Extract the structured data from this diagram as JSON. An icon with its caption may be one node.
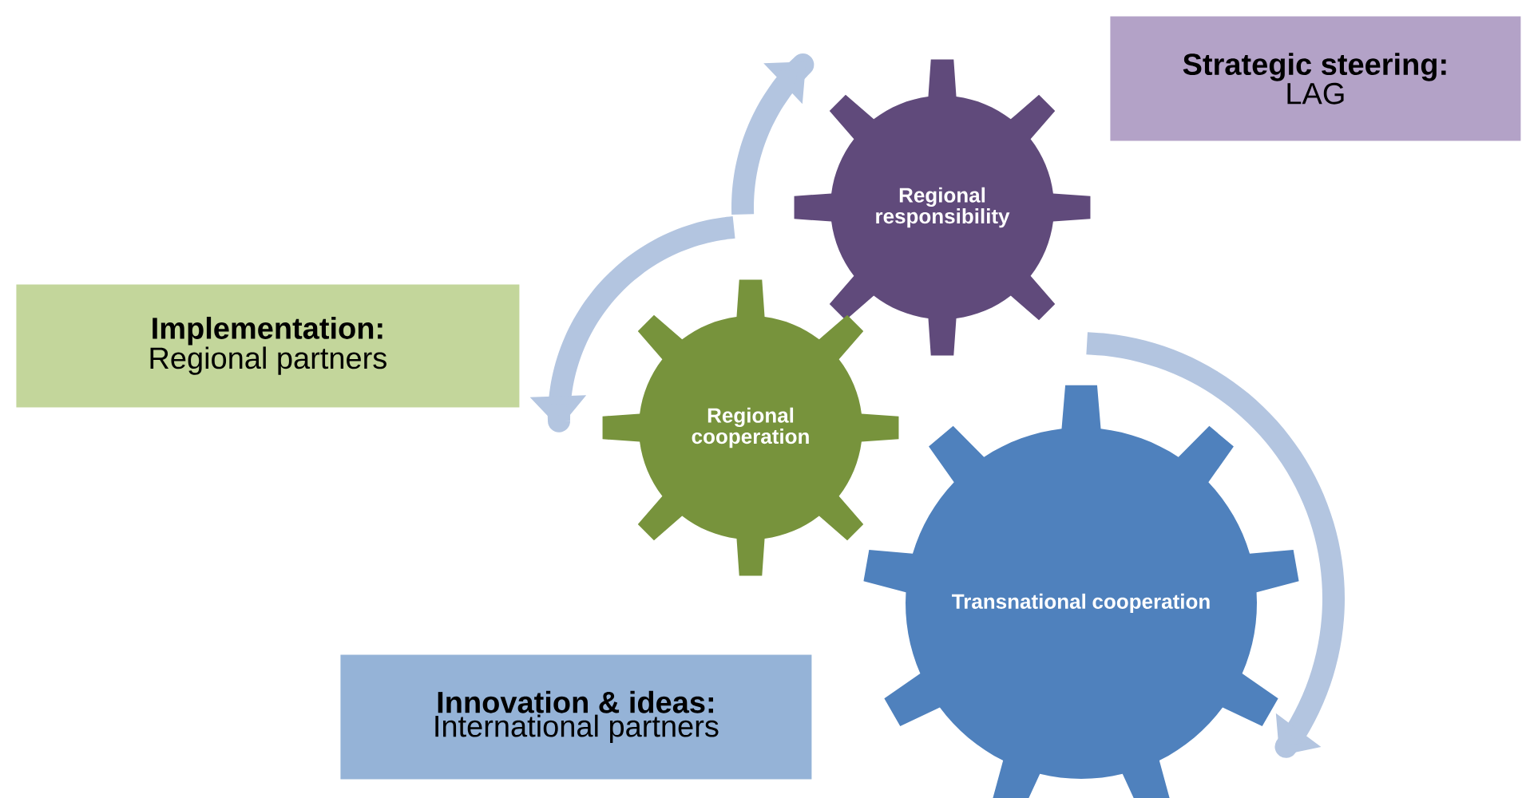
{
  "diagram": {
    "nodes": [
      {
        "text": [
          "Strategic steering:",
          "LAG"
        ]
      },
      {
        "text": [
          "Regional responsibility"
        ]
      },
      {
        "text": [
          "Implementation:",
          "Regional partners"
        ]
      },
      {
        "text": [
          "Regional cooperation"
        ]
      },
      {
        "text": [
          "Transnational cooperation"
        ]
      },
      {
        "text": [
          "Innovation & ideas:",
          "International partners"
        ]
      }
    ]
  }
}
